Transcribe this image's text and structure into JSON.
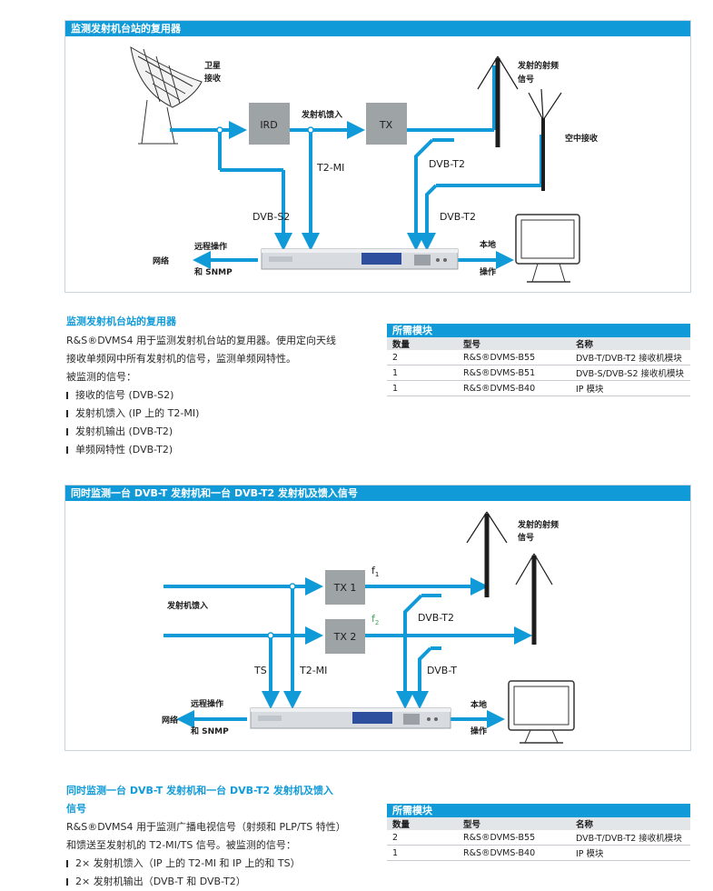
{
  "colors": {
    "accent": "#109bd8",
    "line": "#109bd8",
    "box": "#9ea3a6",
    "device": "#d8dce0"
  },
  "diagram1": {
    "title": "监测发射机台站的复用器",
    "sat_label_1": "卫星",
    "sat_label_2": "接收",
    "ird": "IRD",
    "feed_label": "发射机馈入",
    "tx": "TX",
    "t2mi": "T2-MI",
    "dvbt2_a": "DVB-T2",
    "dvbs2": "DVB-S2",
    "dvbt2_b": "DVB-T2",
    "rf_label_1": "发射的射频",
    "rf_label_2": "信号",
    "air_label": "空中接收",
    "remote_label": "远程操作",
    "network_label": "网络",
    "snmp_label": "和 SNMP",
    "local_label": "本地",
    "operate_label": "操作"
  },
  "section1": {
    "title": "监测发射机台站的复用器",
    "para": [
      "R&S®DVMS4 用于监测发射机台站的复用器。使用定向天线",
      "接收单频网中所有发射机的信号，监测单频网特性。",
      "被监测的信号："
    ],
    "bullets": [
      "接收的信号 (DVB-S2)",
      "发射机馈入 (IP 上的 T2-MI)",
      "发射机输出 (DVB-T2)",
      "单频网特性 (DVB-T2)"
    ]
  },
  "modules1": {
    "title": "所需模块",
    "headers": [
      "数量",
      "型号",
      "名称"
    ],
    "rows": [
      [
        "2",
        "R&S®DVMS-B55",
        "DVB-T/DVB-T2 接收机模块"
      ],
      [
        "1",
        "R&S®DVMS-B51",
        "DVB-S/DVB-S2 接收机模块"
      ],
      [
        "1",
        "R&S®DVMS-B40",
        "IP 模块"
      ]
    ]
  },
  "diagram2": {
    "title": "同时监测一台 DVB-T 发射机和一台 DVB-T2 发射机及馈入信号",
    "feed_label": "发射机馈入",
    "tx1": "TX 1",
    "tx2": "TX 2",
    "f1": "f",
    "f1_sub": "1",
    "f2": "f",
    "f2_sub": "2",
    "dvbt2": "DVB-T2",
    "dvbt": "DVB-T",
    "ts": "TS",
    "t2mi": "T2-MI",
    "rf_label_1": "发射的射频",
    "rf_label_2": "信号",
    "remote_label": "远程操作",
    "network_label": "网络",
    "snmp_label": "和 SNMP",
    "local_label": "本地",
    "operate_label": "操作"
  },
  "section2": {
    "title_1": "同时监测一台 DVB-T 发射机和一台 DVB-T2 发射机及馈入",
    "title_2": "信号",
    "para": [
      "R&S®DVMS4 用于监测广播电视信号（射频和 PLP/TS 特性）",
      "和馈送至发射机的 T2-MI/TS 信号。被监测的信号："
    ],
    "bullets": [
      "2× 发射机馈入（IP 上的 T2-MI 和 IP 上的和 TS）",
      "2× 发射机输出（DVB-T 和 DVB-T2）"
    ]
  },
  "modules2": {
    "title": "所需模块",
    "headers": [
      "数量",
      "型号",
      "名称"
    ],
    "rows": [
      [
        "2",
        "R&S®DVMS-B55",
        "DVB-T/DVB-T2 接收机模块"
      ],
      [
        "1",
        "R&S®DVMS-B40",
        "IP 模块"
      ]
    ]
  }
}
